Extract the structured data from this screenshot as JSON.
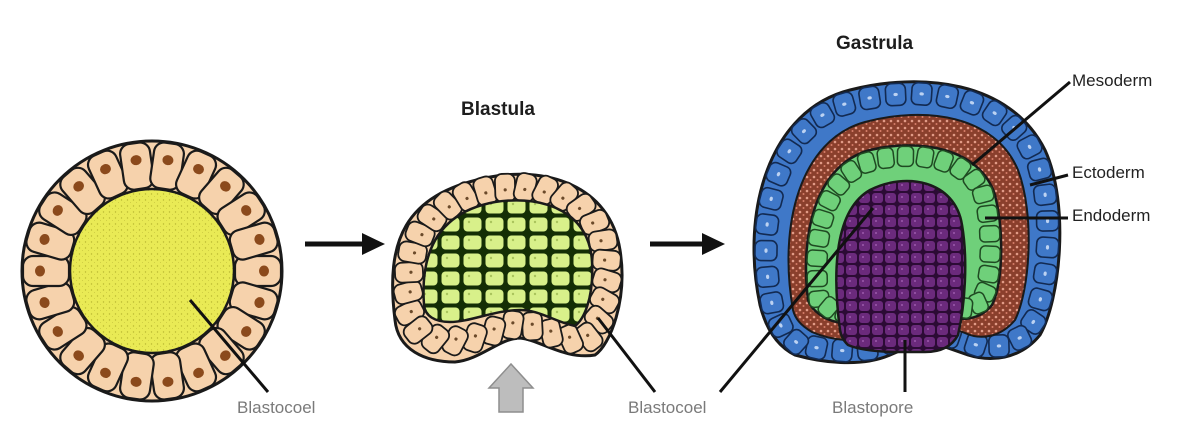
{
  "titles": {
    "blastula": "Blastula",
    "gastrula": "Gastrula"
  },
  "labels": {
    "blastocoel_left": "Blastocoel",
    "blastocoel_mid": "Blastocoel",
    "blastopore": "Blastopore",
    "mesoderm": "Mesoderm",
    "ectoderm": "Ectoderm",
    "endoderm": "Endoderm"
  },
  "colors": {
    "outer_cell": "#f6d2ac",
    "nucleus": "#8b4a1c",
    "yolk": "#e9ea55",
    "ectoderm": "#3f78c8",
    "mesoderm": "#a05035",
    "endoderm": "#6fd07a",
    "inner_mass": "#5a1f6a",
    "outline": "#1a1a1a",
    "up_arrow": "#bdbdbd"
  },
  "icons": [
    "right-arrow-icon",
    "up-arrow-icon"
  ]
}
